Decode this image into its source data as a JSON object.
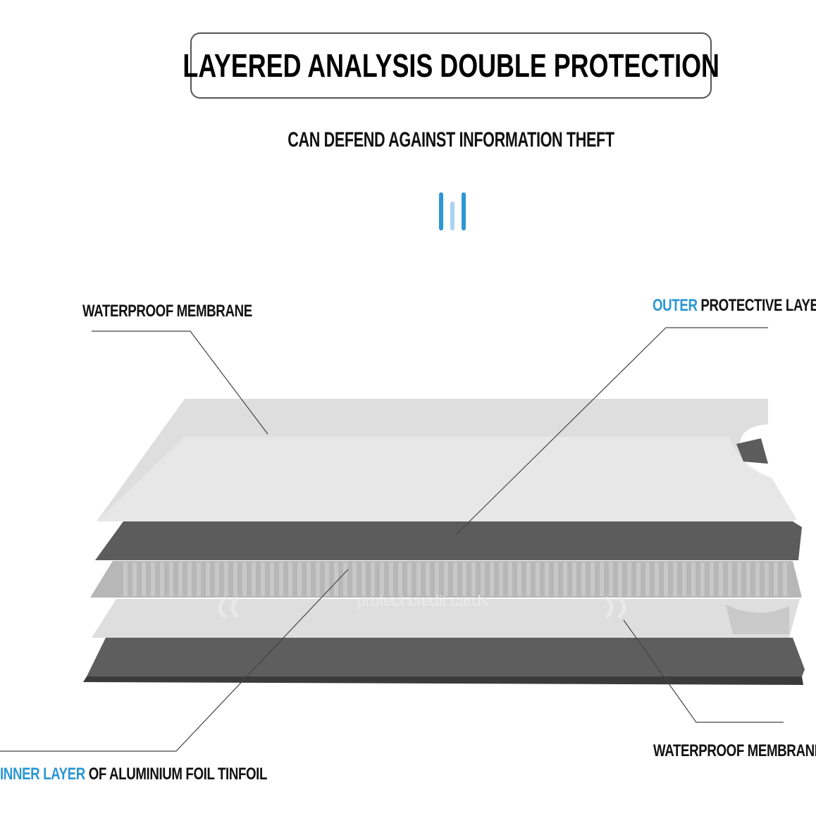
{
  "title": "LAYERED ANALYSIS DOUBLE PROTECTION",
  "subtitle": "CAN DEFEND AGAINST INFORMATION THEFT",
  "accent_color": "#2b97d4",
  "divider_icon": "three-vertical-bars-icon",
  "card_text": "protect credit cards",
  "labels": {
    "top_left": {
      "text": "WATERPROOF MEMBRANE"
    },
    "top_right": {
      "accent": "OUTER",
      "rest": " PROTECTIVE LAYER"
    },
    "bottom_left": {
      "accent": "INNER LAYER",
      "rest": " OF ALUMINIUM FOIL TINFOIL"
    },
    "bottom_right": {
      "text": "WATERPROOF MEMBRANE"
    }
  }
}
